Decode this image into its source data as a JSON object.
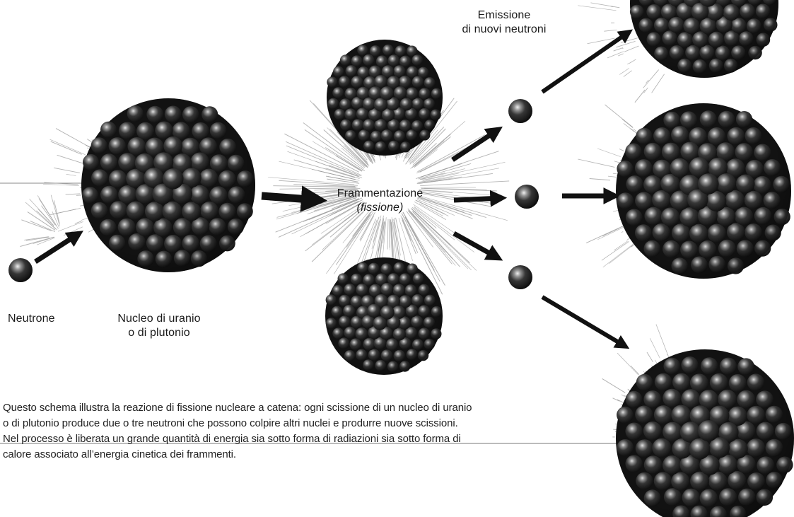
{
  "labels": {
    "emission_line1": "Emissione",
    "emission_line2": "di nuovi neutroni",
    "fission_line1": "Frammentazione",
    "fission_line2": "(fissione)",
    "neutron": "Neutrone",
    "nucleus_line1": "Nucleo di uranio",
    "nucleus_line2": "o di plutonio"
  },
  "caption": {
    "line1": "Questo schema illustra la reazione di fissione nucleare a catena: ogni scissione di un nucleo di uranio",
    "line2": "o di plutonio produce due o tre neutroni che possono colpire altri nuclei e produrre nuove scissioni.",
    "line3": "Nel processo è liberata un grande quantità di energia sia sotto forma di radiazioni sia sotto forma di",
    "line4": "calore associato all’energia cinetica dei frammenti."
  },
  "colors": {
    "sphere_dark": "#1c1c1c",
    "sphere_light": "#e4e4e4",
    "arrow": "#111111",
    "rule": "#777777"
  },
  "icons": {
    "neutron": "neutron-particle-icon",
    "nucleus": "atomic-nucleus-icon"
  }
}
